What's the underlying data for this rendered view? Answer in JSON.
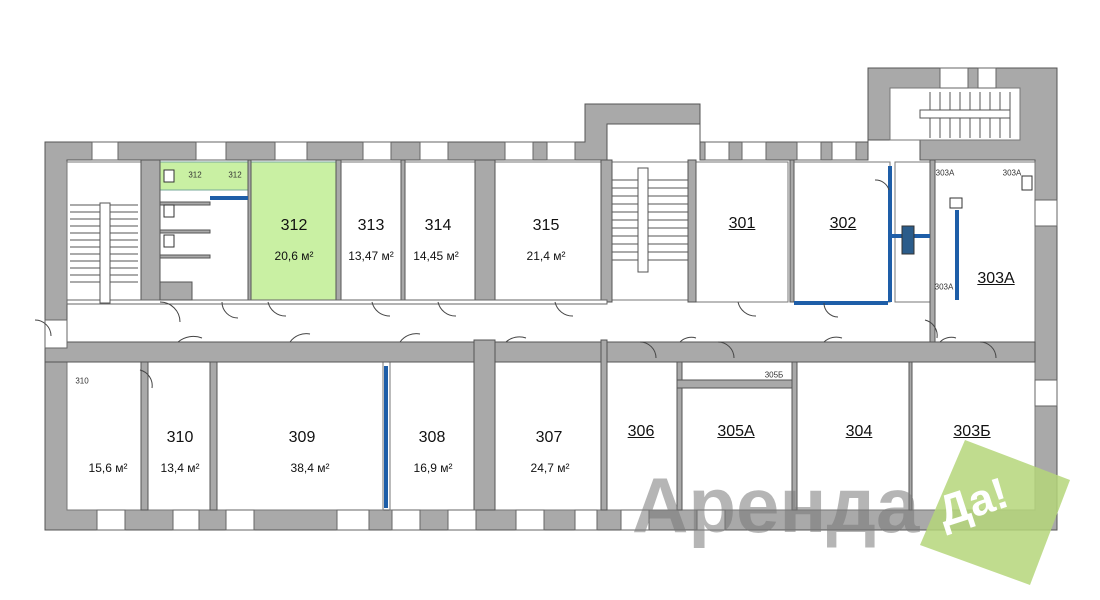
{
  "plan": {
    "highlight_color": "#c9f0a3",
    "partition_color": "#1e5ea8",
    "rooms": [
      {
        "id": "r312",
        "label": "312",
        "area": "20,6 м²",
        "underline": false
      },
      {
        "id": "r313",
        "label": "313",
        "area": "13,47 м²",
        "underline": false
      },
      {
        "id": "r314",
        "label": "314",
        "area": "14,45 м²",
        "underline": false
      },
      {
        "id": "r315",
        "label": "315",
        "area": "21,4 м²",
        "underline": false
      },
      {
        "id": "r301",
        "label": "301",
        "area": "",
        "underline": true
      },
      {
        "id": "r302",
        "label": "302",
        "area": "",
        "underline": true
      },
      {
        "id": "r303a",
        "label": "303А",
        "area": "",
        "underline": true
      },
      {
        "id": "r310",
        "label": "310",
        "area": "13,4 м²",
        "underline": false
      },
      {
        "id": "r310a",
        "label": "",
        "area": "15,6 м²",
        "underline": false
      },
      {
        "id": "r309",
        "label": "309",
        "area": "38,4 м²",
        "underline": false
      },
      {
        "id": "r308",
        "label": "308",
        "area": "16,9 м²",
        "underline": false
      },
      {
        "id": "r307",
        "label": "307",
        "area": "24,7 м²",
        "underline": false
      },
      {
        "id": "r306",
        "label": "306",
        "area": "",
        "underline": true
      },
      {
        "id": "r305a",
        "label": "305А",
        "area": "",
        "underline": true
      },
      {
        "id": "r304",
        "label": "304",
        "area": "",
        "underline": true
      },
      {
        "id": "r303b",
        "label": "303Б",
        "area": "",
        "underline": true
      }
    ],
    "small_labels": {
      "l312a": "312",
      "l312b": "312",
      "l310": "310",
      "l303a1": "303А",
      "l303a2": "303А",
      "l303a3": "303А",
      "l305b": "305Б"
    }
  },
  "watermark": {
    "text": "Аренда",
    "badge": "Да!",
    "badge_color": "#b5d67a"
  }
}
